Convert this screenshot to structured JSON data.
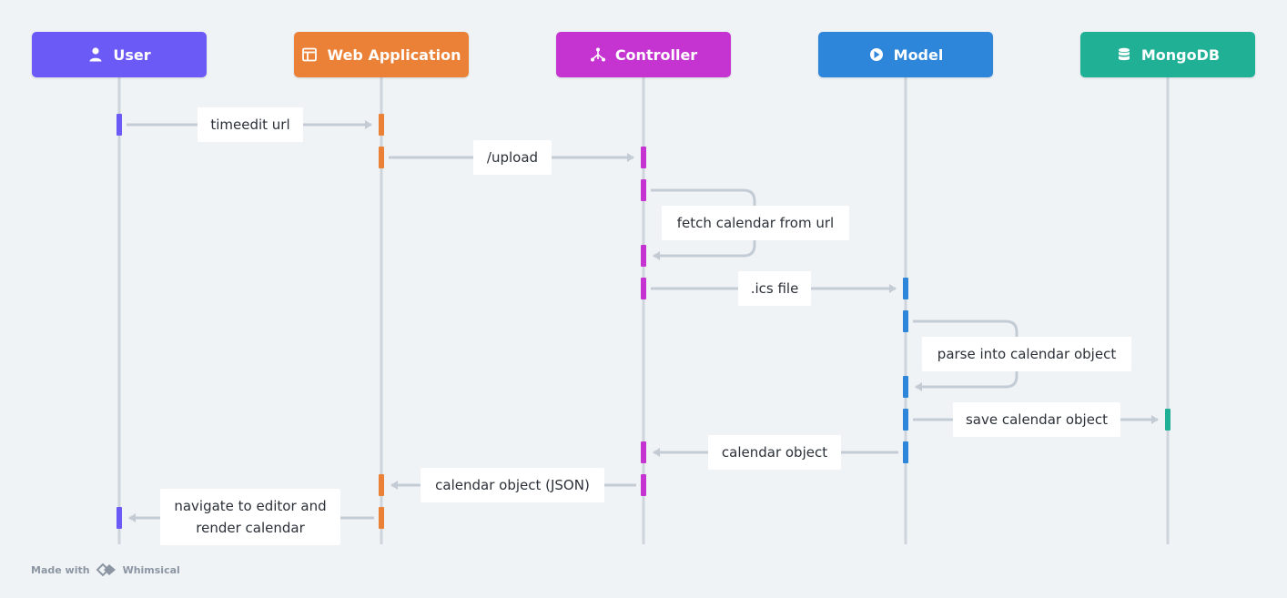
{
  "actors": [
    {
      "name": "User",
      "color": "#6b5af5",
      "icon": "user-icon"
    },
    {
      "name": "Web Application",
      "color": "#eb8137",
      "icon": "layout-icon"
    },
    {
      "name": "Controller",
      "color": "#c534d1",
      "icon": "network-icon"
    },
    {
      "name": "Model",
      "color": "#2e86db",
      "icon": "model-icon"
    },
    {
      "name": "MongoDB",
      "color": "#1fb096",
      "icon": "database-icon"
    }
  ],
  "messages": [
    {
      "from": 0,
      "to": 1,
      "label": "timeedit url"
    },
    {
      "from": 1,
      "to": 2,
      "label": "/upload"
    },
    {
      "from": 2,
      "to": 2,
      "label": "fetch calendar from url"
    },
    {
      "from": 2,
      "to": 3,
      "label": ".ics file"
    },
    {
      "from": 3,
      "to": 3,
      "label": "parse into calendar object"
    },
    {
      "from": 3,
      "to": 4,
      "label": "save calendar object"
    },
    {
      "from": 3,
      "to": 2,
      "label": "calendar object"
    },
    {
      "from": 2,
      "to": 1,
      "label": "calendar object (JSON)"
    },
    {
      "from": 1,
      "to": 0,
      "label": "navigate to editor and render calendar"
    }
  ],
  "footer": {
    "prefix": "Made with",
    "brand": "Whimsical"
  },
  "colors": {
    "lifeline": "#cdd4db",
    "arrow": "#c3ccd5",
    "background": "#f0f3f6"
  }
}
